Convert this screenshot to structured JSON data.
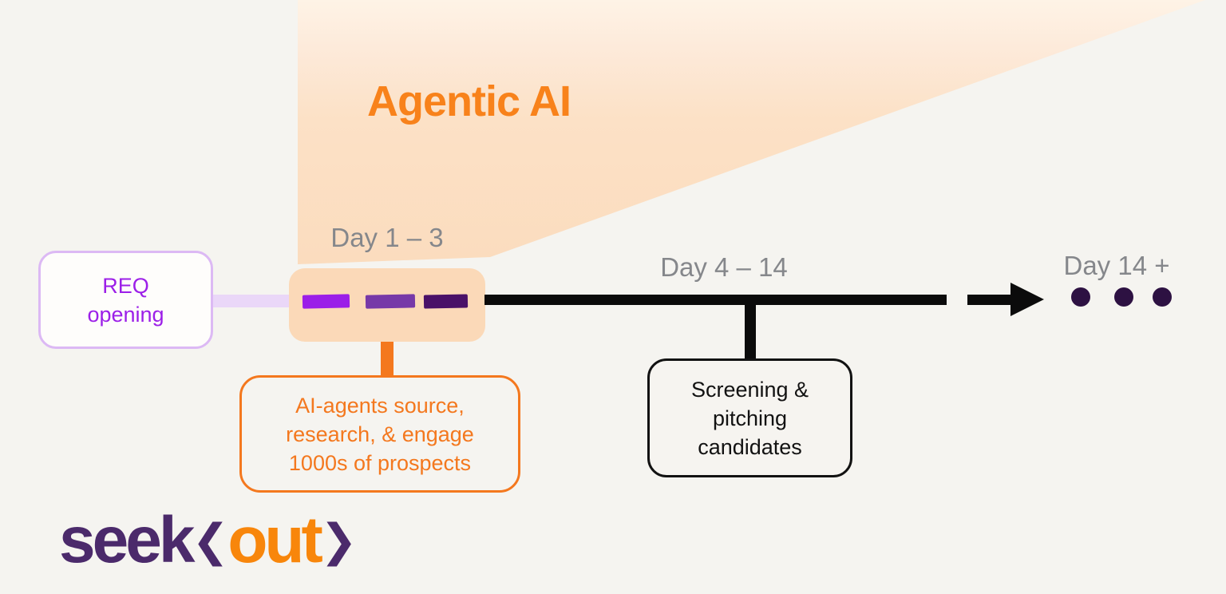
{
  "title": {
    "text": "Agentic AI"
  },
  "phases": [
    {
      "label": "Day 1 – 3"
    },
    {
      "label": "Day 4 – 14"
    },
    {
      "label": "Day 14 +"
    }
  ],
  "nodes": {
    "req": {
      "label": "REQ\nopening"
    },
    "ai_agents": {
      "label": "AI-agents source,\nresearch, & engage\n1000s of prospects"
    },
    "screening": {
      "label": "Screening &\npitching\ncandidates"
    }
  },
  "timeline": {
    "dash_segment_count": 3,
    "continuation_dot_count": 3
  },
  "logo": {
    "part_seek": "seek",
    "chevron_left": "❮",
    "part_out": "out",
    "chevron_right": "❯"
  },
  "icons": {
    "arrowhead": "right-arrowhead-icon",
    "dots": "ellipsis-continuation-dots"
  },
  "colors": {
    "background": "#f5f4f0",
    "funnel_top": "#fef3e6",
    "funnel_bottom": "#fbdcbe",
    "title_orange": "#f8821b",
    "highlight_box": "#fbd9b8",
    "phase_label_gray": "#85878b",
    "req_text_purple": "#9c1fe8",
    "req_border_lavender": "#dcb9f4",
    "connector_lavender": "#ead7f8",
    "dash_bright_purple": "#9b1ee8",
    "dash_medium_purple": "#7739a8",
    "dash_dark_purple": "#4a1168",
    "timeline_black": "#0b0b0b",
    "orange_node": "#f4781e",
    "dot_dark_purple": "#2d1142",
    "logo_purple": "#4b2a6b",
    "logo_orange": "#f8860b"
  }
}
